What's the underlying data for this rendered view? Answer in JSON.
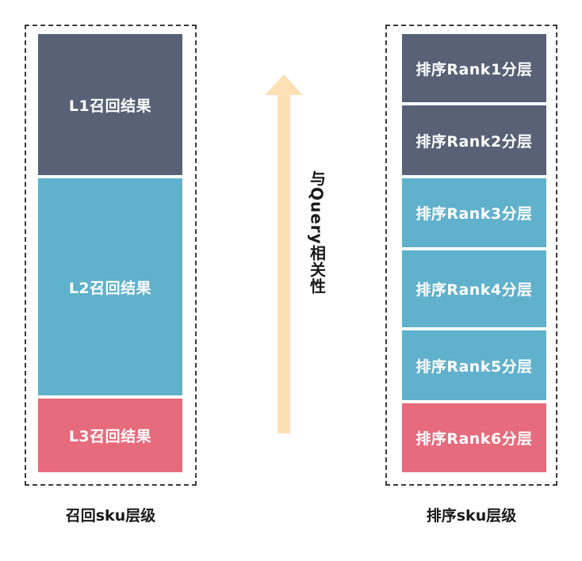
{
  "recall_group": {
    "label": "召回sku层级",
    "layers": [
      {
        "label": "L1召回结果",
        "color": "#586176"
      },
      {
        "label": "L2召回结果",
        "color": "#60b1cc"
      },
      {
        "label": "L3召回结果",
        "color": "#e66b7c"
      }
    ]
  },
  "rank_group": {
    "label": "排序sku层级",
    "layers": [
      {
        "label": "排序Rank1分层",
        "color": "#586176"
      },
      {
        "label": "排序Rank2分层",
        "color": "#586176"
      },
      {
        "label": "排序Rank3分层",
        "color": "#60b1cc"
      },
      {
        "label": "排序Rank4分层",
        "color": "#60b1cc"
      },
      {
        "label": "排序Rank5分层",
        "color": "#60b1cc"
      },
      {
        "label": "排序Rank6分层",
        "color": "#e66b7c"
      }
    ]
  },
  "arrow": {
    "label": "与Query相关性",
    "direction": "up",
    "color": "#fde0b4"
  }
}
